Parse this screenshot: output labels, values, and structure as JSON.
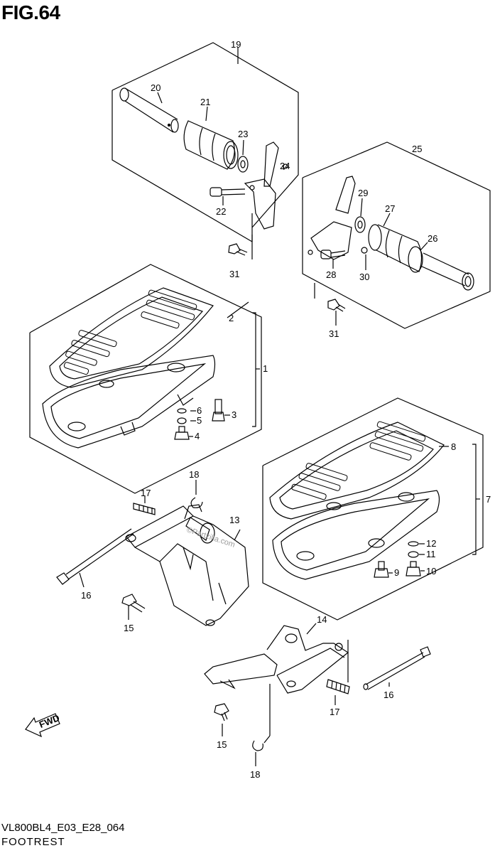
{
  "figure": {
    "title": "FIG.64",
    "code": "VL800BL4_E03_E28_064",
    "name": "FOOTREST",
    "watermark": "©Partzilla.com",
    "fwd_label": "FWD"
  },
  "callouts": [
    {
      "id": "c19",
      "text": "19"
    },
    {
      "id": "c20",
      "text": "20"
    },
    {
      "id": "c21",
      "text": "21"
    },
    {
      "id": "c23",
      "text": "23"
    },
    {
      "id": "c24",
      "text": "24"
    },
    {
      "id": "c22",
      "text": "22"
    },
    {
      "id": "c31a",
      "text": "31"
    },
    {
      "id": "c25",
      "text": "25"
    },
    {
      "id": "c29",
      "text": "29"
    },
    {
      "id": "c27",
      "text": "27"
    },
    {
      "id": "c26",
      "text": "26"
    },
    {
      "id": "c28",
      "text": "28"
    },
    {
      "id": "c30",
      "text": "30"
    },
    {
      "id": "c31b",
      "text": "31"
    },
    {
      "id": "c2",
      "text": "2"
    },
    {
      "id": "c1",
      "text": "1"
    },
    {
      "id": "c6",
      "text": "6"
    },
    {
      "id": "c5",
      "text": "5"
    },
    {
      "id": "c3",
      "text": "3"
    },
    {
      "id": "c4",
      "text": "4"
    },
    {
      "id": "c8",
      "text": "8"
    },
    {
      "id": "c7",
      "text": "7"
    },
    {
      "id": "c12",
      "text": "12"
    },
    {
      "id": "c11",
      "text": "11"
    },
    {
      "id": "c9",
      "text": "9"
    },
    {
      "id": "c10",
      "text": "10"
    },
    {
      "id": "c18a",
      "text": "18"
    },
    {
      "id": "c17a",
      "text": "17"
    },
    {
      "id": "c13",
      "text": "13"
    },
    {
      "id": "c16a",
      "text": "16"
    },
    {
      "id": "c15a",
      "text": "15"
    },
    {
      "id": "c14",
      "text": "14"
    },
    {
      "id": "c16b",
      "text": "16"
    },
    {
      "id": "c17b",
      "text": "17"
    },
    {
      "id": "c15b",
      "text": "15"
    },
    {
      "id": "c18b",
      "text": "18"
    }
  ]
}
